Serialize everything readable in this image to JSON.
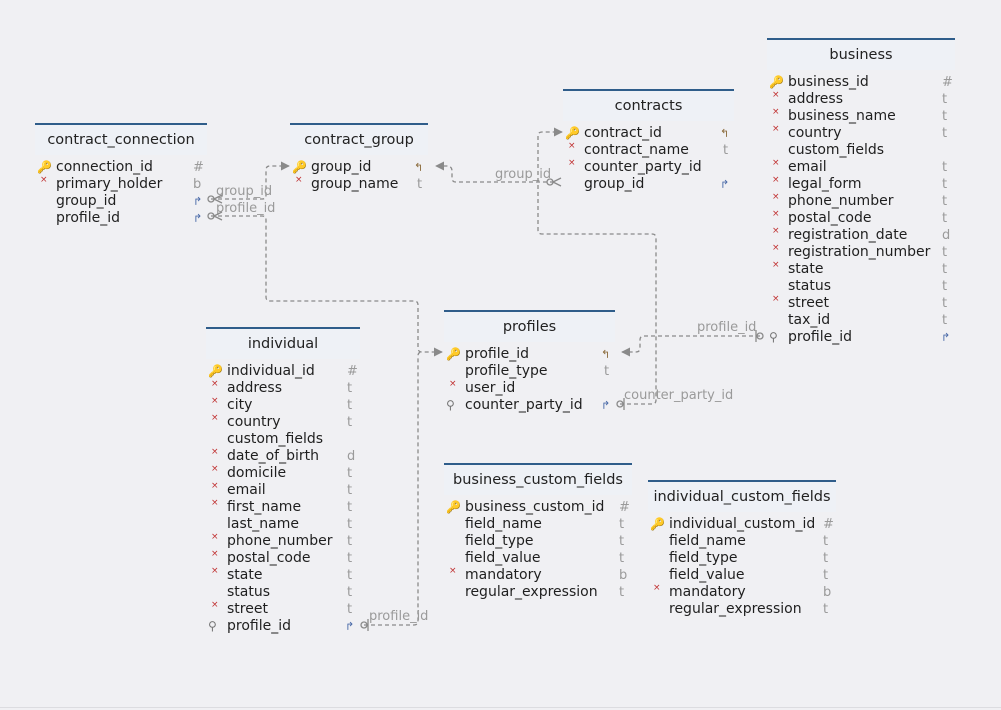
{
  "entities": {
    "contract_connection": {
      "title": "contract_connection",
      "columns": [
        {
          "name": "connection_id",
          "type": "#",
          "key": true,
          "required": true
        },
        {
          "name": "primary_holder",
          "type": "b",
          "required": true
        },
        {
          "name": "group_id",
          "type": "",
          "fk": true
        },
        {
          "name": "profile_id",
          "type": "",
          "fk": true
        }
      ]
    },
    "contract_group": {
      "title": "contract_group",
      "columns": [
        {
          "name": "group_id",
          "type": "",
          "key": true,
          "required": true,
          "referenced": true
        },
        {
          "name": "group_name",
          "type": "t",
          "required": true
        }
      ]
    },
    "contracts": {
      "title": "contracts",
      "columns": [
        {
          "name": "contract_id",
          "type": "",
          "key": true,
          "required": true,
          "referenced": true
        },
        {
          "name": "contract_name",
          "type": "t",
          "required": true
        },
        {
          "name": "counter_party_id",
          "type": "",
          "required": true
        },
        {
          "name": "group_id",
          "type": "",
          "fk": true
        }
      ]
    },
    "business": {
      "title": "business",
      "columns": [
        {
          "name": "business_id",
          "type": "#",
          "key": true,
          "required": true
        },
        {
          "name": "address",
          "type": "t",
          "required": true
        },
        {
          "name": "business_name",
          "type": "t",
          "required": true
        },
        {
          "name": "country",
          "type": "t",
          "required": true
        },
        {
          "name": "custom_fields",
          "type": ""
        },
        {
          "name": "email",
          "type": "t",
          "required": true
        },
        {
          "name": "legal_form",
          "type": "t",
          "required": true
        },
        {
          "name": "phone_number",
          "type": "t",
          "required": true
        },
        {
          "name": "postal_code",
          "type": "t",
          "required": true
        },
        {
          "name": "registration_date",
          "type": "d",
          "required": true
        },
        {
          "name": "registration_number",
          "type": "t",
          "required": true
        },
        {
          "name": "state",
          "type": "t",
          "required": true
        },
        {
          "name": "status",
          "type": "t"
        },
        {
          "name": "street",
          "type": "t",
          "required": true
        },
        {
          "name": "tax_id",
          "type": "t"
        },
        {
          "name": "profile_id",
          "type": "",
          "index": true,
          "fk": true
        }
      ]
    },
    "profiles": {
      "title": "profiles",
      "columns": [
        {
          "name": "profile_id",
          "type": "",
          "key": true,
          "required": true,
          "referenced": true
        },
        {
          "name": "profile_type",
          "type": "t"
        },
        {
          "name": "user_id",
          "type": "",
          "required": true
        },
        {
          "name": "counter_party_id",
          "type": "",
          "index": true,
          "fk": true
        }
      ]
    },
    "individual": {
      "title": "individual",
      "columns": [
        {
          "name": "individual_id",
          "type": "#",
          "key": true,
          "required": true
        },
        {
          "name": "address",
          "type": "t",
          "required": true
        },
        {
          "name": "city",
          "type": "t",
          "required": true
        },
        {
          "name": "country",
          "type": "t",
          "required": true
        },
        {
          "name": "custom_fields",
          "type": ""
        },
        {
          "name": "date_of_birth",
          "type": "d",
          "required": true
        },
        {
          "name": "domicile",
          "type": "t",
          "required": true
        },
        {
          "name": "email",
          "type": "t",
          "required": true
        },
        {
          "name": "first_name",
          "type": "t",
          "required": true
        },
        {
          "name": "last_name",
          "type": "t"
        },
        {
          "name": "phone_number",
          "type": "t",
          "required": true
        },
        {
          "name": "postal_code",
          "type": "t",
          "required": true
        },
        {
          "name": "state",
          "type": "t",
          "required": true
        },
        {
          "name": "status",
          "type": "t"
        },
        {
          "name": "street",
          "type": "t",
          "required": true
        },
        {
          "name": "profile_id",
          "type": "",
          "index": true,
          "fk": true
        }
      ]
    },
    "business_custom_fields": {
      "title": "business_custom_fields",
      "columns": [
        {
          "name": "business_custom_id",
          "type": "#",
          "key": true
        },
        {
          "name": "field_name",
          "type": "t"
        },
        {
          "name": "field_type",
          "type": "t"
        },
        {
          "name": "field_value",
          "type": "t"
        },
        {
          "name": "mandatory",
          "type": "b",
          "required": true
        },
        {
          "name": "regular_expression",
          "type": "t"
        }
      ]
    },
    "individual_custom_fields": {
      "title": "individual_custom_fields",
      "columns": [
        {
          "name": "individual_custom_id",
          "type": "#",
          "key": true
        },
        {
          "name": "field_name",
          "type": "t"
        },
        {
          "name": "field_type",
          "type": "t"
        },
        {
          "name": "field_value",
          "type": "t"
        },
        {
          "name": "mandatory",
          "type": "b",
          "required": true
        },
        {
          "name": "regular_expression",
          "type": "t"
        }
      ]
    }
  },
  "relationships": [
    {
      "id": "cc-group",
      "label": "group_id",
      "from": "contract_connection.group_id",
      "to": "contract_group.group_id"
    },
    {
      "id": "cc-profile",
      "label": "profile_id",
      "from": "contract_connection.profile_id",
      "to": "profiles.profile_id"
    },
    {
      "id": "contracts-group",
      "label": "group_id",
      "from": "contracts.group_id",
      "to": "contract_group.group_id"
    },
    {
      "id": "profiles-counter",
      "label": "counter_party_id",
      "from": "profiles.counter_party_id",
      "to": "contracts.contract_id"
    },
    {
      "id": "business-profile",
      "label": "profile_id",
      "from": "business.profile_id",
      "to": "profiles.profile_id"
    },
    {
      "id": "individual-profile",
      "label": "profile_id",
      "from": "individual.profile_id",
      "to": "profiles.profile_id"
    }
  ],
  "colors": {
    "header_border": "#2f5d8a",
    "header_bg": "#eef1f6",
    "required_marker": "#c03030",
    "key_icon": "#c8961e",
    "link_line": "#8a8a8a",
    "type_text": "#9a9a9a"
  }
}
